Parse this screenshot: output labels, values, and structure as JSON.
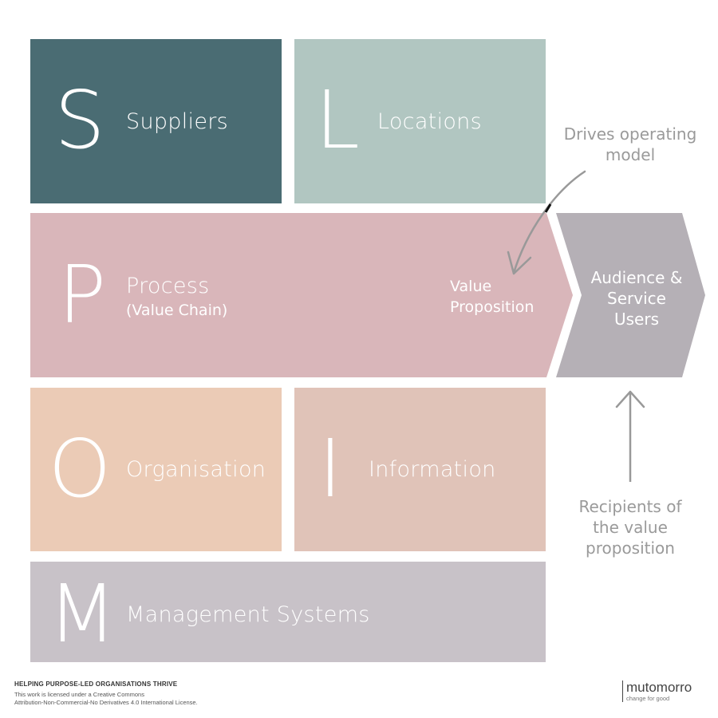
{
  "blocks": {
    "suppliers": {
      "letter": "S",
      "label": "Suppliers",
      "color": "#4a6c73"
    },
    "locations": {
      "letter": "L",
      "label": "Locations",
      "color": "#b1c6c1"
    },
    "process": {
      "letter": "P",
      "label": "Process",
      "sublabel": "(Value Chain)",
      "value_line1": "Value",
      "value_line2": "Proposition",
      "color": "#d9b6ba"
    },
    "organisation": {
      "letter": "O",
      "label": "Organisation",
      "color": "#ebcbb6"
    },
    "information": {
      "letter": "I",
      "label": "Information",
      "color": "#e0c3b8"
    },
    "management": {
      "letter": "M",
      "label": "Management Systems",
      "color": "#c8c2c8"
    }
  },
  "audience": {
    "line1": "Audience &",
    "line2": "Service",
    "line3": "Users",
    "color": "#b5b0b6"
  },
  "annotations": {
    "drives": {
      "line1": "Drives operating",
      "line2": "model"
    },
    "recipients": {
      "line1": "Recipients of",
      "line2": "the value",
      "line3": "proposition"
    },
    "arrow_color": "#999999"
  },
  "footer": {
    "title": "HELPING PURPOSE-LED ORGANISATIONS THRIVE",
    "line1": "This work is licensed under a Creative Commons",
    "line2": "Attribution-Non-Commercial-No Derivatives 4.0 International License.",
    "brand": "mutomorro",
    "tagline": "change for good"
  }
}
